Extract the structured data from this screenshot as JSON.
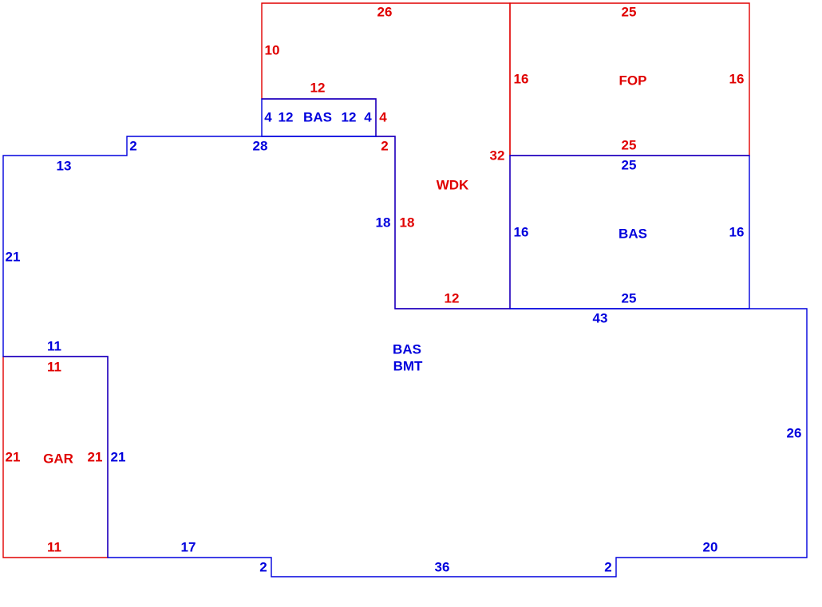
{
  "colors": {
    "main": "#0000dd",
    "other": "#e00000"
  },
  "areas": [
    {
      "code": "BAS BMT",
      "kind": "main"
    },
    {
      "code": "BAS",
      "kind": "main"
    },
    {
      "code": "BAS",
      "kind": "main"
    },
    {
      "code": "WDK",
      "kind": "other"
    },
    {
      "code": "FOP",
      "kind": "other"
    },
    {
      "code": "GAR",
      "kind": "other"
    }
  ],
  "labels": [
    {
      "text": "26",
      "color": "red"
    },
    {
      "text": "10",
      "color": "red"
    },
    {
      "text": "25",
      "color": "red"
    },
    {
      "text": "16",
      "color": "red"
    },
    {
      "text": "FOP",
      "color": "red"
    },
    {
      "text": "16",
      "color": "red"
    },
    {
      "text": "12",
      "color": "red"
    },
    {
      "text": "12",
      "color": "blue"
    },
    {
      "text": "4",
      "color": "blue"
    },
    {
      "text": "BAS",
      "color": "blue"
    },
    {
      "text": "12",
      "color": "blue"
    },
    {
      "text": "4",
      "color": "blue"
    },
    {
      "text": "4",
      "color": "red"
    },
    {
      "text": "2",
      "color": "blue"
    },
    {
      "text": "28",
      "color": "blue"
    },
    {
      "text": "2",
      "color": "red"
    },
    {
      "text": "WDK",
      "color": "red"
    },
    {
      "text": "32",
      "color": "red"
    },
    {
      "text": "25",
      "color": "red"
    },
    {
      "text": "13",
      "color": "blue"
    },
    {
      "text": "25",
      "color": "blue"
    },
    {
      "text": "21",
      "color": "blue"
    },
    {
      "text": "18",
      "color": "blue"
    },
    {
      "text": "18",
      "color": "red"
    },
    {
      "text": "16",
      "color": "blue"
    },
    {
      "text": "BAS",
      "color": "blue"
    },
    {
      "text": "16",
      "color": "blue"
    },
    {
      "text": "12",
      "color": "red"
    },
    {
      "text": "25",
      "color": "blue"
    },
    {
      "text": "43",
      "color": "blue"
    },
    {
      "text": "11",
      "color": "blue"
    },
    {
      "text": "BAS",
      "color": "blue"
    },
    {
      "text": "BMT",
      "color": "blue"
    },
    {
      "text": "11",
      "color": "red"
    },
    {
      "text": "26",
      "color": "blue"
    },
    {
      "text": "21",
      "color": "red"
    },
    {
      "text": "GAR",
      "color": "red"
    },
    {
      "text": "21",
      "color": "red"
    },
    {
      "text": "21",
      "color": "blue"
    },
    {
      "text": "11",
      "color": "red"
    },
    {
      "text": "17",
      "color": "blue"
    },
    {
      "text": "20",
      "color": "blue"
    },
    {
      "text": "2",
      "color": "blue"
    },
    {
      "text": "36",
      "color": "blue"
    },
    {
      "text": "2",
      "color": "blue"
    }
  ]
}
